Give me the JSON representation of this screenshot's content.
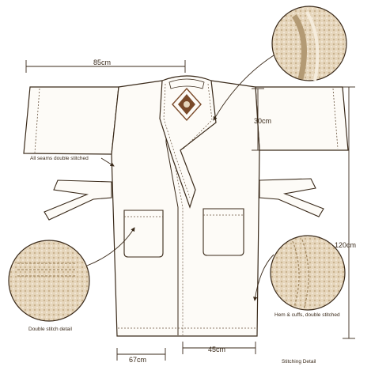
{
  "colors": {
    "line": "#3a2a1a",
    "fill": "#fdfbf7",
    "stitch": "#6a5540",
    "terry": "#e6d6bc",
    "badge": "#7a4a2a"
  },
  "icons": {
    "badge": "diamond-crest-icon"
  },
  "labels": {
    "width_85": "85cm",
    "collar_30": "30cm",
    "seams": "All seams double stitched",
    "height_120": "120cm",
    "hem_cuffs": "Hem & cuffs, double stitched",
    "double_stitch": "Double stitch detail",
    "width_67": "67cm",
    "width_45": "45cm",
    "stitching_detail": "Stitching Detail"
  }
}
